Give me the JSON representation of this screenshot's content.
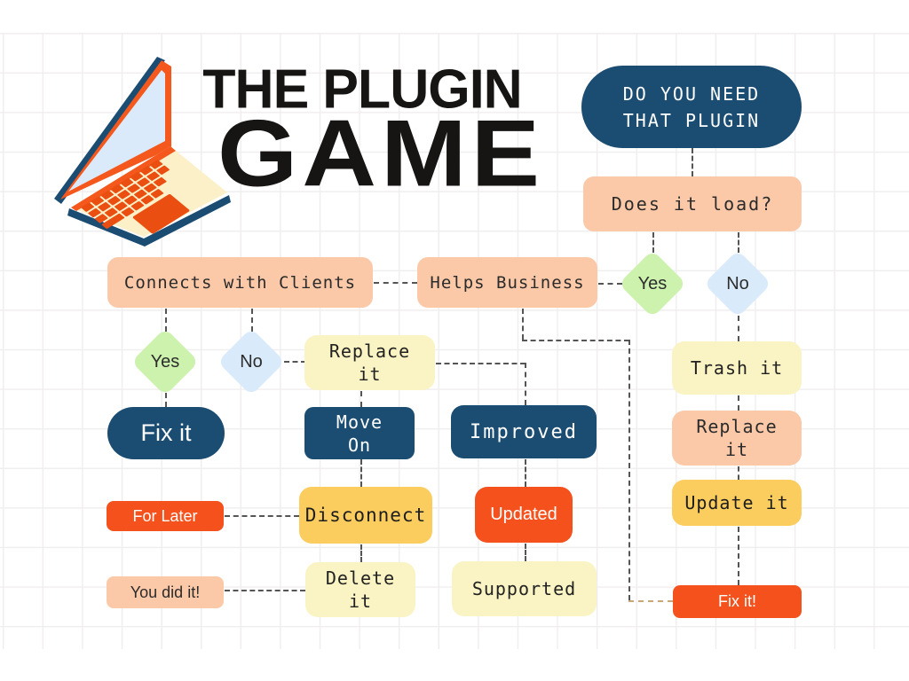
{
  "title": {
    "line1": "THE PLUGIN",
    "line2": "GAME"
  },
  "palette": {
    "navy": "#1b4c72",
    "peach": "#fbc9a8",
    "lightyellow": "#faf3c3",
    "gold": "#fbcd5e",
    "orange": "#f4511c",
    "green": "#ccf2ad",
    "lightblue": "#d9eafb",
    "grid_line": "#f1eeef",
    "title_text": "#171513",
    "connector": "#555555",
    "connector_tan": "#c8a878"
  },
  "icons": [
    {
      "name": "laptop-icon",
      "description": "open laptop with orange frame, pale blue dotted screen, cream base with orange keys"
    }
  ],
  "nodes": [
    {
      "id": "do-you-need",
      "label": "DO YOU NEED\nTHAT PLUGIN",
      "shape": "pill",
      "color": "navy",
      "font": "mono"
    },
    {
      "id": "does-it-load",
      "label": "Does it load?",
      "shape": "rect",
      "color": "peach",
      "font": "mono"
    },
    {
      "id": "yes-1",
      "label": "Yes",
      "shape": "diamond",
      "color": "green",
      "font": "sans"
    },
    {
      "id": "no-1",
      "label": "No",
      "shape": "diamond",
      "color": "lightblue",
      "font": "sans"
    },
    {
      "id": "connects",
      "label": "Connects with Clients",
      "shape": "rect",
      "color": "peach",
      "font": "mono"
    },
    {
      "id": "helps",
      "label": "Helps Business",
      "shape": "rect",
      "color": "peach",
      "font": "mono"
    },
    {
      "id": "yes-2",
      "label": "Yes",
      "shape": "diamond",
      "color": "green",
      "font": "sans"
    },
    {
      "id": "no-2",
      "label": "No",
      "shape": "diamond",
      "color": "lightblue",
      "font": "sans"
    },
    {
      "id": "replace-1",
      "label": "Replace\nit",
      "shape": "rect",
      "color": "lightyellow",
      "font": "mono"
    },
    {
      "id": "fix-it-1",
      "label": "Fix it",
      "shape": "pill",
      "color": "navy",
      "font": "sans"
    },
    {
      "id": "move-on",
      "label": "Move\nOn",
      "shape": "rect",
      "color": "navy",
      "font": "mono"
    },
    {
      "id": "improved",
      "label": "Improved",
      "shape": "rect",
      "color": "navy",
      "font": "mono"
    },
    {
      "id": "trash-it",
      "label": "Trash it",
      "shape": "rect",
      "color": "lightyellow",
      "font": "mono"
    },
    {
      "id": "replace-2",
      "label": "Replace\nit",
      "shape": "rect",
      "color": "peach",
      "font": "mono"
    },
    {
      "id": "update-it",
      "label": "Update it",
      "shape": "rect",
      "color": "gold",
      "font": "mono"
    },
    {
      "id": "for-later",
      "label": "For Later",
      "shape": "rect",
      "color": "orange",
      "font": "sans"
    },
    {
      "id": "disconnect",
      "label": "Disconnect",
      "shape": "rect",
      "color": "gold",
      "font": "mono"
    },
    {
      "id": "updated",
      "label": "Updated",
      "shape": "rect",
      "color": "orange",
      "font": "sans"
    },
    {
      "id": "you-did-it",
      "label": "You did it!",
      "shape": "rect",
      "color": "peach",
      "font": "sans"
    },
    {
      "id": "delete-it",
      "label": "Delete\nit",
      "shape": "rect",
      "color": "lightyellow",
      "font": "mono"
    },
    {
      "id": "supported",
      "label": "Supported",
      "shape": "rect",
      "color": "lightyellow",
      "font": "mono"
    },
    {
      "id": "fix-it-2",
      "label": "Fix it!",
      "shape": "rect",
      "color": "orange",
      "font": "sans"
    }
  ],
  "edges": [
    {
      "from": "do-you-need",
      "to": "does-it-load"
    },
    {
      "from": "does-it-load",
      "to": "yes-1"
    },
    {
      "from": "does-it-load",
      "to": "no-1"
    },
    {
      "from": "helps",
      "to": "yes-1"
    },
    {
      "from": "connects",
      "to": "helps"
    },
    {
      "from": "connects",
      "to": "yes-2"
    },
    {
      "from": "connects",
      "to": "no-2"
    },
    {
      "from": "yes-2",
      "to": "fix-it-1"
    },
    {
      "from": "no-2",
      "to": "replace-1"
    },
    {
      "from": "replace-1",
      "to": "move-on"
    },
    {
      "from": "replace-1",
      "to": "improved"
    },
    {
      "from": "move-on",
      "to": "disconnect"
    },
    {
      "from": "disconnect",
      "to": "for-later"
    },
    {
      "from": "disconnect",
      "to": "delete-it"
    },
    {
      "from": "delete-it",
      "to": "you-did-it"
    },
    {
      "from": "improved",
      "to": "updated"
    },
    {
      "from": "updated",
      "to": "supported"
    },
    {
      "from": "no-1",
      "to": "trash-it"
    },
    {
      "from": "trash-it",
      "to": "replace-2"
    },
    {
      "from": "replace-2",
      "to": "update-it"
    },
    {
      "from": "update-it",
      "to": "fix-it-2"
    },
    {
      "from": "helps",
      "to": "fix-it-2"
    }
  ]
}
